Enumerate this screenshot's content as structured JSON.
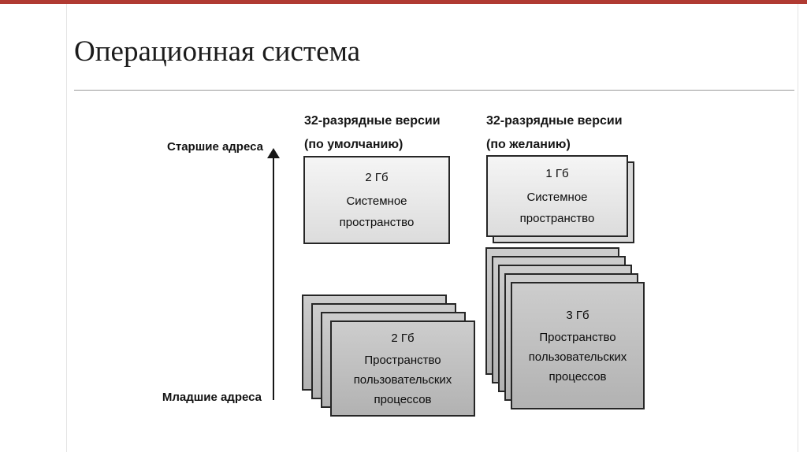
{
  "slide": {
    "title": "Операционная система"
  },
  "colors": {
    "accent_bar": "#b03a32",
    "system_box_fill": "#e8e8e8",
    "user_stack_fill": "#bdbdbd",
    "box_border": "#262626"
  },
  "diagram": {
    "axis": {
      "top_label": "Старшие адреса",
      "bottom_label": "Младшие адреса"
    },
    "col_default": {
      "header_line1": "32-разрядные версии",
      "header_line2": "(по умолчанию)",
      "system_box": {
        "size": "2 Гб",
        "label": "Системное пространство"
      },
      "user_stack": {
        "size": "2 Гб",
        "label": "Пространство пользовательских процессов"
      }
    },
    "col_optional": {
      "header_line1": "32-разрядные версии",
      "header_line2": "(по желанию)",
      "system_box": {
        "size": "1 Гб",
        "label": "Системное пространство"
      },
      "user_stack": {
        "size": "3 Гб",
        "label": "Пространство пользовательских процессов"
      }
    }
  }
}
